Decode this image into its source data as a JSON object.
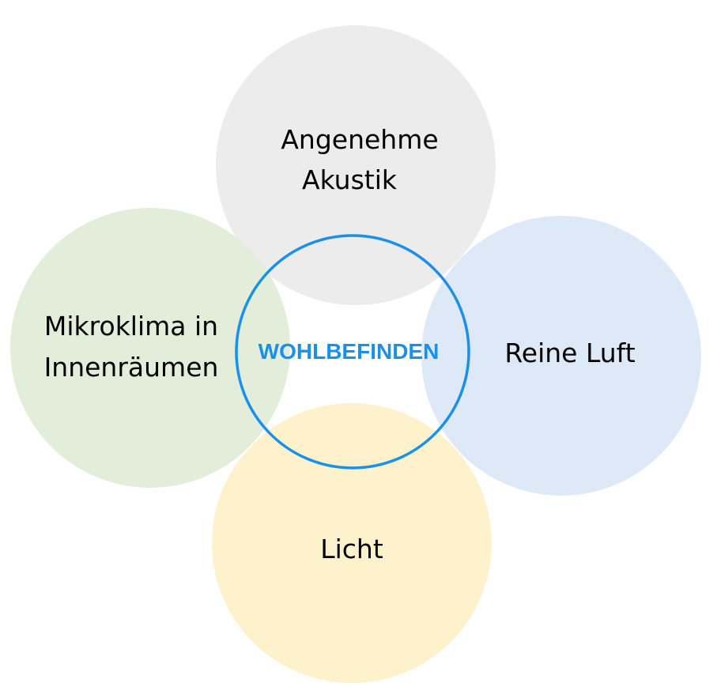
{
  "diagram": {
    "center": {
      "label": "WOHLBEFINDEN",
      "stroke_color": "#1a90ea",
      "text_color": "#1a90ea"
    },
    "petals": [
      {
        "id": "akustik",
        "lines": [
          "Angenehme",
          "Akustik"
        ],
        "color": "#ececec"
      },
      {
        "id": "mikroklima",
        "lines": [
          "Mikroklima in",
          "Innenräumen"
        ],
        "color": "#e2eed9"
      },
      {
        "id": "luft",
        "lines": [
          "Reine Luft"
        ],
        "color": "#dde9f6"
      },
      {
        "id": "licht",
        "lines": [
          "Licht"
        ],
        "color": "#fef2cc"
      }
    ]
  }
}
